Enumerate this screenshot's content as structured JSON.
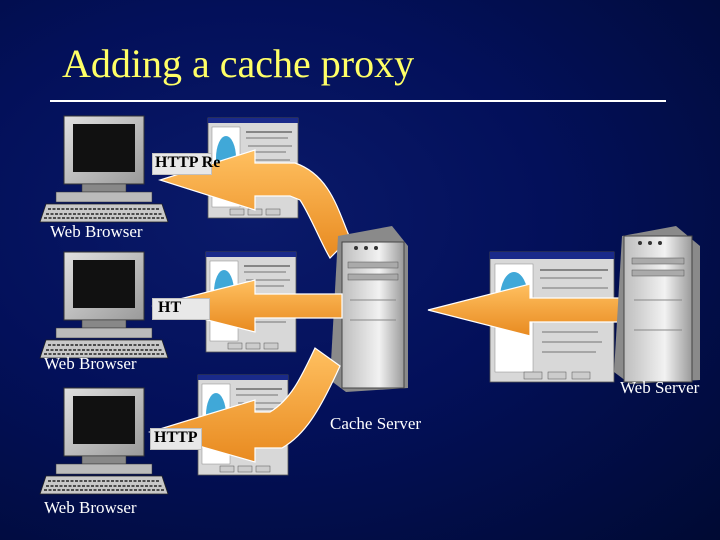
{
  "slide": {
    "title": "Adding a cache proxy"
  },
  "labels": {
    "browser_top": "Web Browser",
    "browser_mid": "Web Browser",
    "browser_bottom": "Web Browser",
    "web_server": "Web Server",
    "cache_server": "Cache Server",
    "http_top": "HTTP Re",
    "http_mid": "HT",
    "http_bottom": "HTTP"
  },
  "colors": {
    "title": "#ffff66",
    "text": "#ffffff",
    "background": "#03105a",
    "arrow_fill": "#f7a93f",
    "arrow_stroke": "#ffffff"
  }
}
